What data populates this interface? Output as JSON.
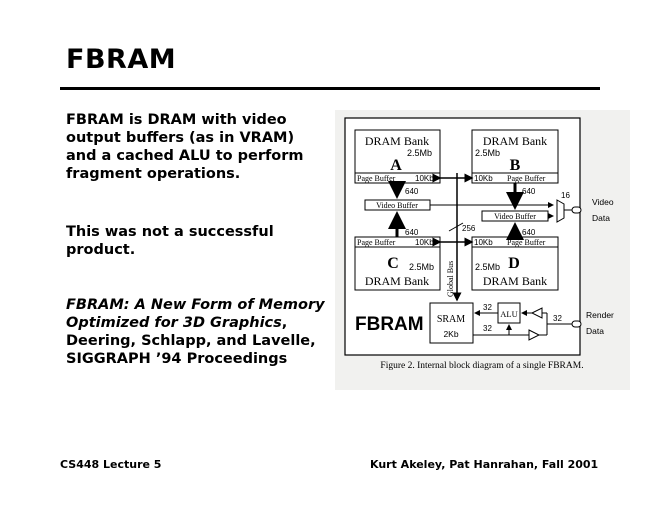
{
  "slide": {
    "title": "FBRAM",
    "paragraph1": "FBRAM is DRAM with video output buffers (as in VRAM) and a cached ALU to perform fragment operations.",
    "paragraph2": "This was not a successful product.",
    "citation_title": "FBRAM: A New Form of Memory Optimized for 3D Graphics",
    "citation_rest": ", Deering, Schlapp, and Lavelle, SIGGRAPH ’94 Proceedings"
  },
  "figure": {
    "dram_bank": "DRAM Bank",
    "size": "2.5Mb",
    "bank_a": "A",
    "bank_b": "B",
    "bank_c": "C",
    "bank_d": "D",
    "page_buffer": "Page Buffer",
    "kb10": "10Kb",
    "w640": "640",
    "video_buffer": "Video Buffer",
    "w256": "256",
    "w16": "16",
    "w32": "32",
    "global_bus": "Global Bus",
    "sram": "SRAM",
    "sram_size": "2Kb",
    "alu": "ALU",
    "chip_label": "FBRAM",
    "video": "Video",
    "render": "Render",
    "data": "Data",
    "caption": "Figure 2. Internal block diagram of a single FBRAM."
  },
  "footer": {
    "left": "CS448 Lecture 5",
    "right": "Kurt Akeley, Pat Hanrahan, Fall 2001"
  }
}
